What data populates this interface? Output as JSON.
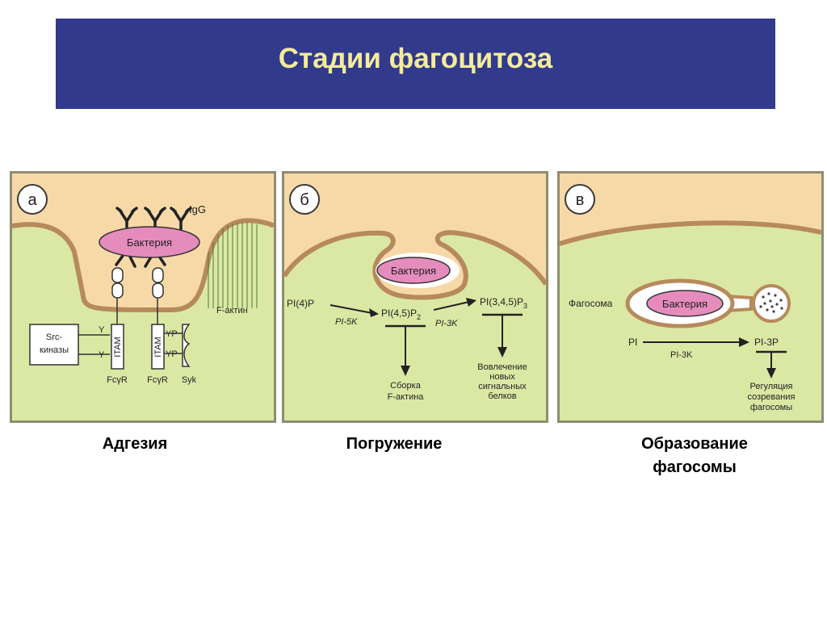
{
  "title": "Стадии фагоцитоза",
  "panels": [
    {
      "letter": "а",
      "caption": "Адгезия",
      "labels": {
        "igg": "IgG",
        "bacteria": "Бактерия",
        "f_actin": "F-актин",
        "src_line1": "Src-",
        "src_line2": "киназы",
        "y1": "Y",
        "y2": "Y",
        "itam1": "ITAM",
        "itam2": "ITAM",
        "yp1": "YP",
        "yp2": "YP",
        "fcgr1": "FcγR",
        "fcgr2": "FcγR",
        "syk": "Syk"
      }
    },
    {
      "letter": "б",
      "caption": "Погружение",
      "labels": {
        "bacteria": "Бактерия",
        "pi4p": "PI(4)P",
        "pi45p2": "PI(4,5)P",
        "pi45p2_sub": "2",
        "pi345p3": "PI(3,4,5)P",
        "pi345p3_sub": "3",
        "pi5k": "PI-5K",
        "pi3k": "PI-3K",
        "assembly_line1": "Сборка",
        "assembly_line2": "F-актина",
        "involve_line1": "Вовлечение",
        "involve_line2": "новых",
        "involve_line3": "сигнальных",
        "involve_line4": "белков"
      }
    },
    {
      "letter": "в",
      "caption_line1": "Образование",
      "caption_line2": "фагосомы",
      "labels": {
        "phagosome": "Фагосома",
        "bacteria": "Бактерия",
        "pi": "PI",
        "pi3k": "PI-3K",
        "pi3p": "PI-3P",
        "reg_line1": "Регуляция",
        "reg_line2": "созревания",
        "reg_line3": "фагосомы"
      }
    }
  ],
  "colors": {
    "banner": "#323a8c",
    "title": "#f4ec9a",
    "panel_outer": "#f7d9a8",
    "cell": "#dbe8a4",
    "membrane": "#b68a5c",
    "bacteria": "#e58cbd",
    "frame": "#8d8d72"
  }
}
